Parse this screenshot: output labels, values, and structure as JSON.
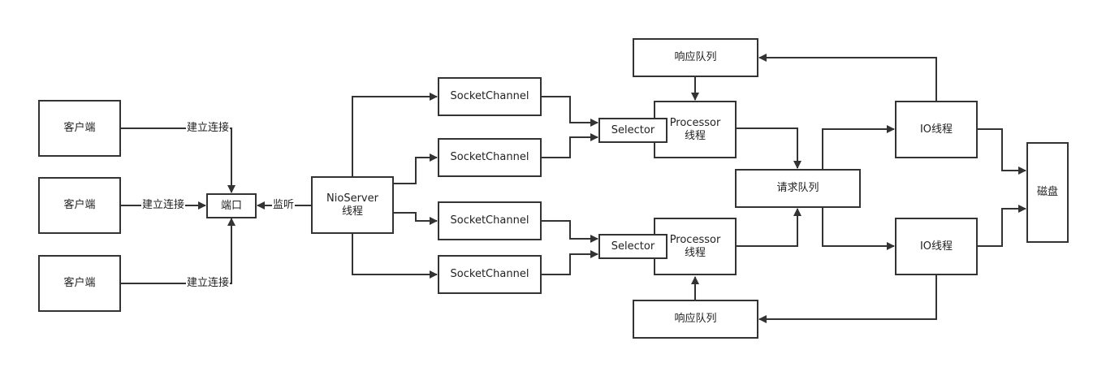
{
  "nodes": {
    "client_1": "客户端",
    "client_2": "客户端",
    "client_3": "客户端",
    "port": "端口",
    "nioserver_line1": "NioServer",
    "nioserver_line2": "线程",
    "socket_channel_1": "SocketChannel",
    "socket_channel_2": "SocketChannel",
    "socket_channel_3": "SocketChannel",
    "socket_channel_4": "SocketChannel",
    "selector_top": "Selector",
    "selector_bottom": "Selector",
    "processor_top_line1": "Processor",
    "processor_top_line2": "线程",
    "processor_bottom_line1": "Processor",
    "processor_bottom_line2": "线程",
    "response_queue_top": "响应队列",
    "response_queue_bottom": "响应队列",
    "request_queue": "请求队列",
    "io_thread_top": "IO线程",
    "io_thread_bottom": "IO线程",
    "disk": "磁盘"
  },
  "edge_labels": {
    "connect_1": "建立连接",
    "connect_2": "建立连接",
    "connect_3": "建立连接",
    "listen": "监听"
  },
  "colors": {
    "stroke": "#333333"
  }
}
